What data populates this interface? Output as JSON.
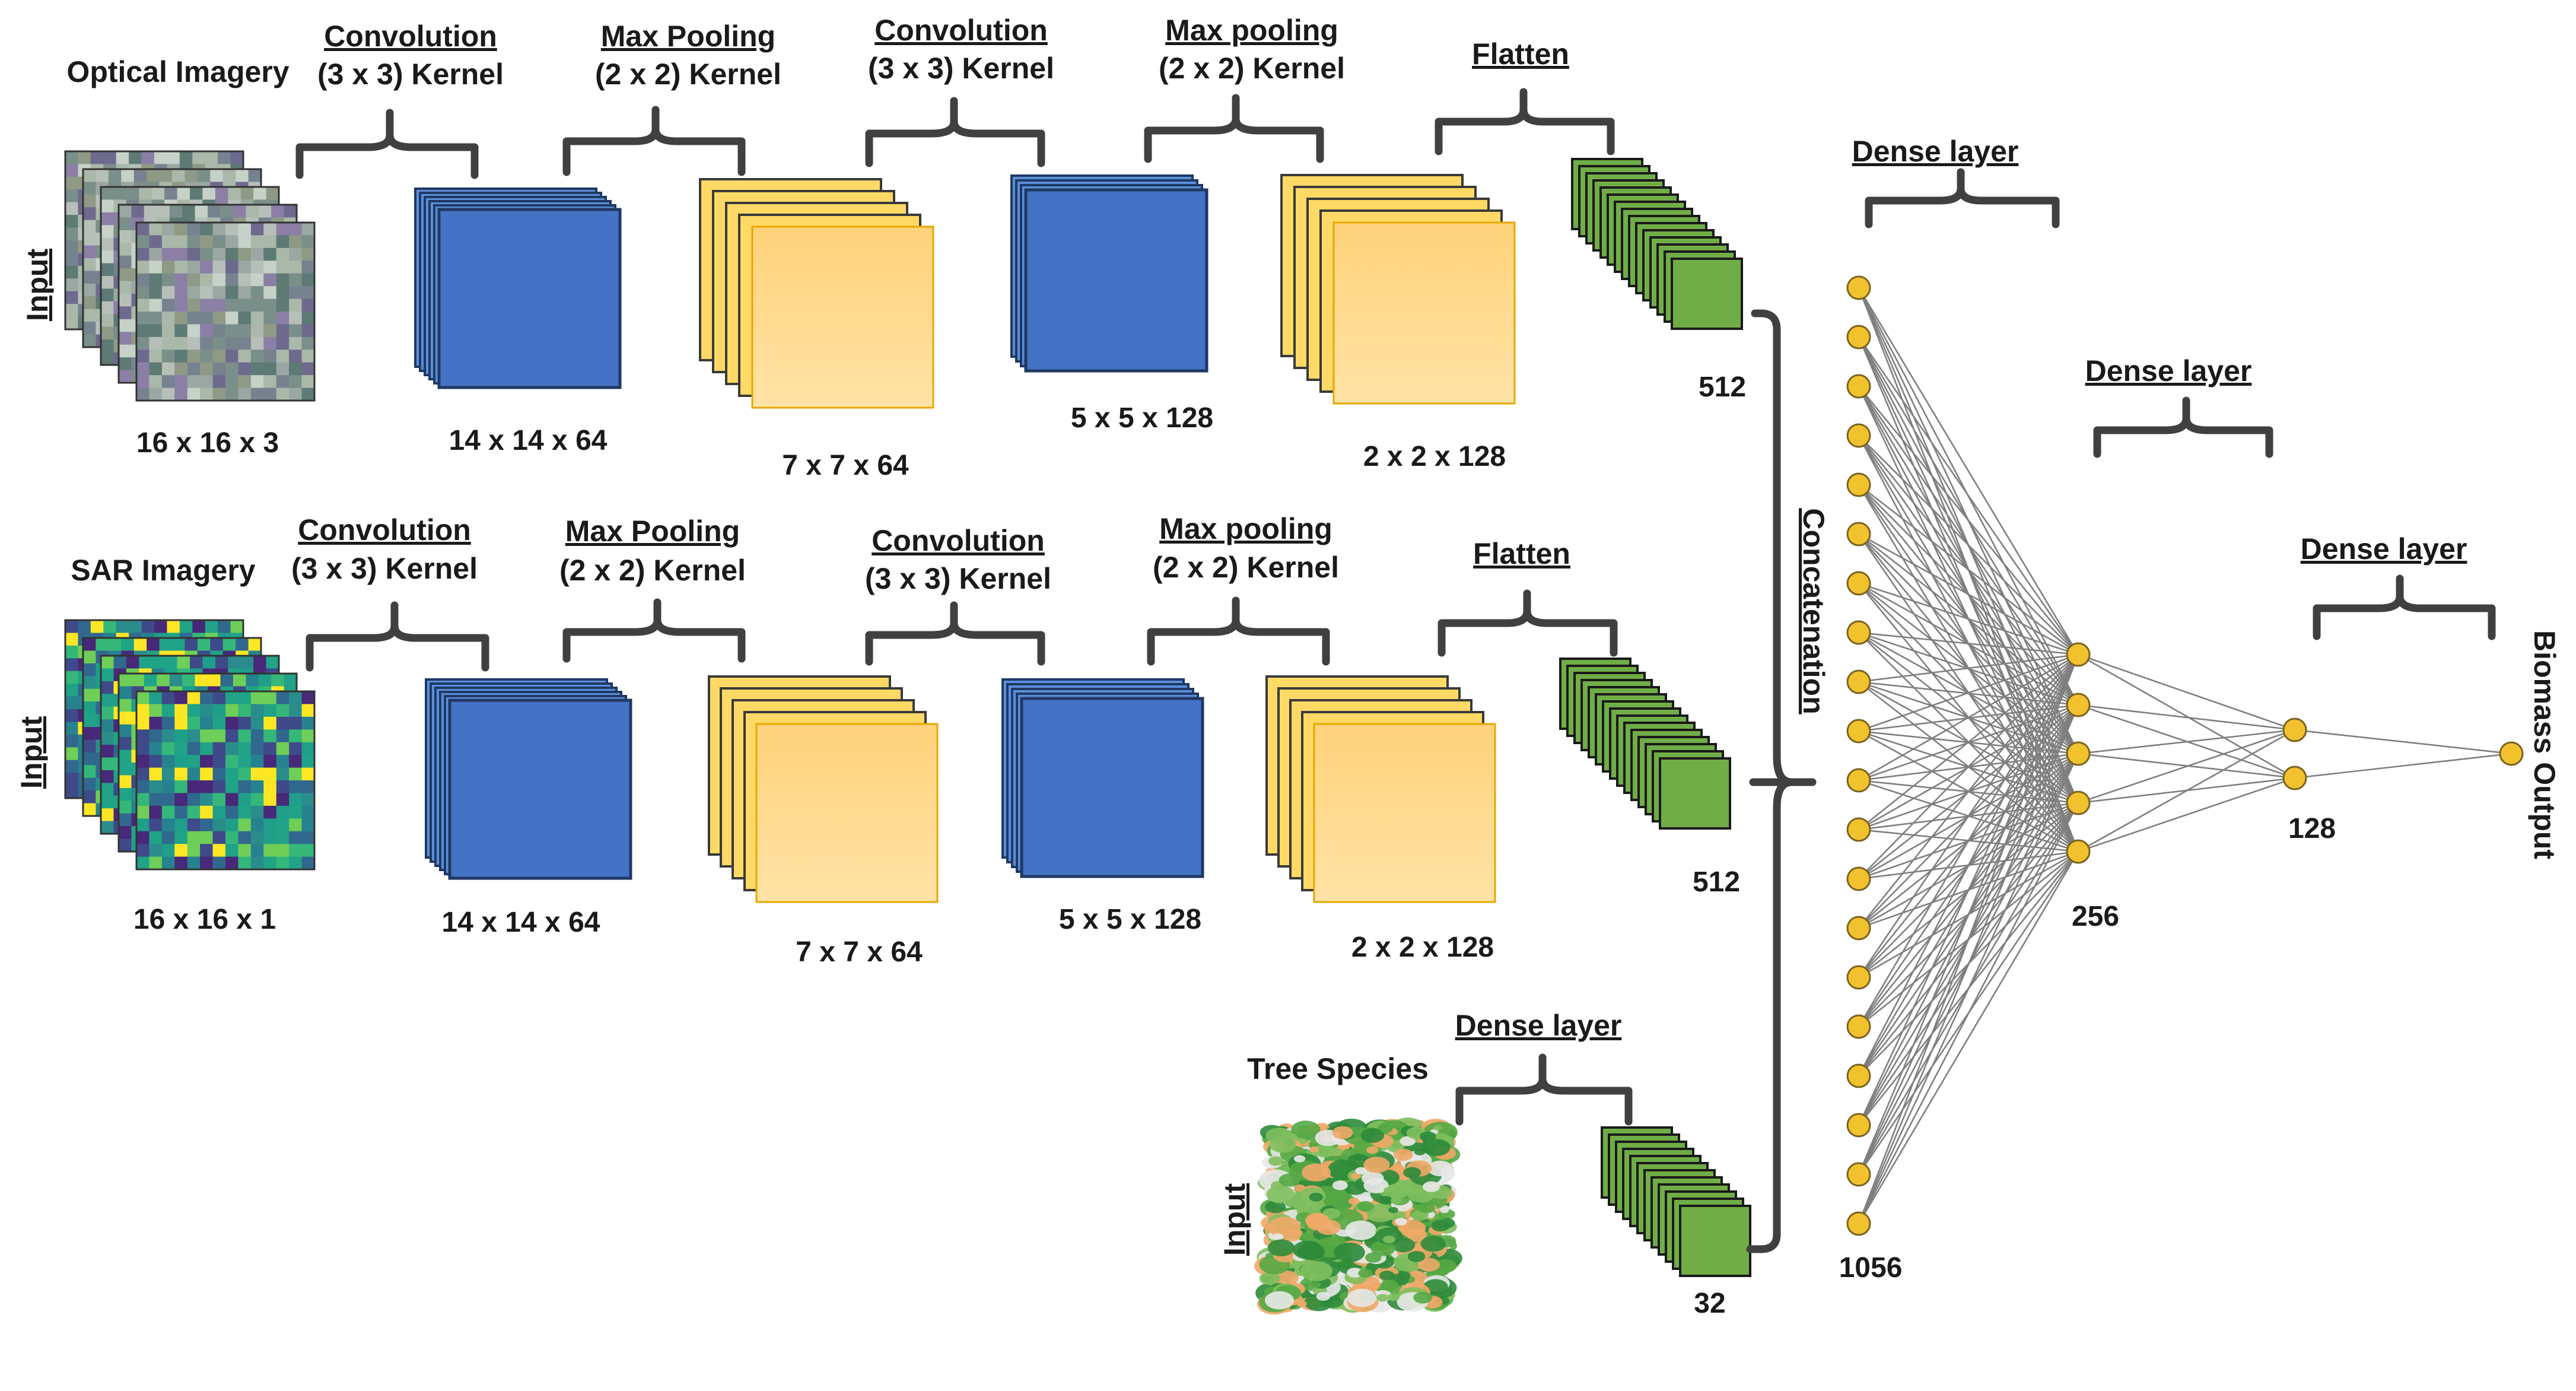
{
  "branches": {
    "optical": {
      "title": "Optical Imagery",
      "input_label": "Input",
      "input_dims": "16 x 16 x 3",
      "conv1": {
        "title": "Convolution",
        "kernel": "(3 x 3) Kernel",
        "dims": "14 x 14 x 64"
      },
      "pool1": {
        "title": "Max Pooling",
        "kernel": "(2 x 2) Kernel",
        "dims": "7 x 7 x 64"
      },
      "conv2": {
        "title": "Convolution",
        "kernel": "(3 x 3) Kernel",
        "dims": "5 x  5 x 128"
      },
      "pool2": {
        "title": "Max pooling",
        "kernel": "(2 x 2) Kernel",
        "dims": "2 x 2 x 128"
      },
      "flatten": {
        "title": "Flatten",
        "dims": "512"
      }
    },
    "sar": {
      "title": "SAR Imagery",
      "input_label": "Input",
      "input_dims": "16 x 16 x 1",
      "conv1": {
        "title": "Convolution",
        "kernel": "(3 x 3) Kernel",
        "dims": "14 x 14 x 64"
      },
      "pool1": {
        "title": "Max Pooling",
        "kernel": "(2 x 2) Kernel",
        "dims": "7 x 7 x 64"
      },
      "conv2": {
        "title": "Convolution",
        "kernel": "(3 x 3) Kernel",
        "dims": "5 x  5 x 128"
      },
      "pool2": {
        "title": "Max pooling",
        "kernel": "(2 x 2) Kernel",
        "dims": "2 x 2 x 128"
      },
      "flatten": {
        "title": "Flatten",
        "dims": "512"
      }
    },
    "tree": {
      "title": "Tree Species",
      "input_label": "Input",
      "dense": {
        "title": "Dense layer",
        "dims": "32"
      }
    }
  },
  "concatenation": {
    "label": "Concatenation"
  },
  "dense_layers": [
    {
      "title": "Dense layer",
      "units": "1056"
    },
    {
      "title": "Dense layer",
      "units": "256"
    },
    {
      "title": "Dense layer",
      "units": "128"
    }
  ],
  "output": {
    "label": "Biomass Output"
  },
  "colors": {
    "conv": "#4472c4",
    "pool": "#ffd966",
    "flatten": "#70ad47",
    "node": "#f2c12e",
    "edge": "#7f7f7f",
    "brace": "#404040"
  }
}
